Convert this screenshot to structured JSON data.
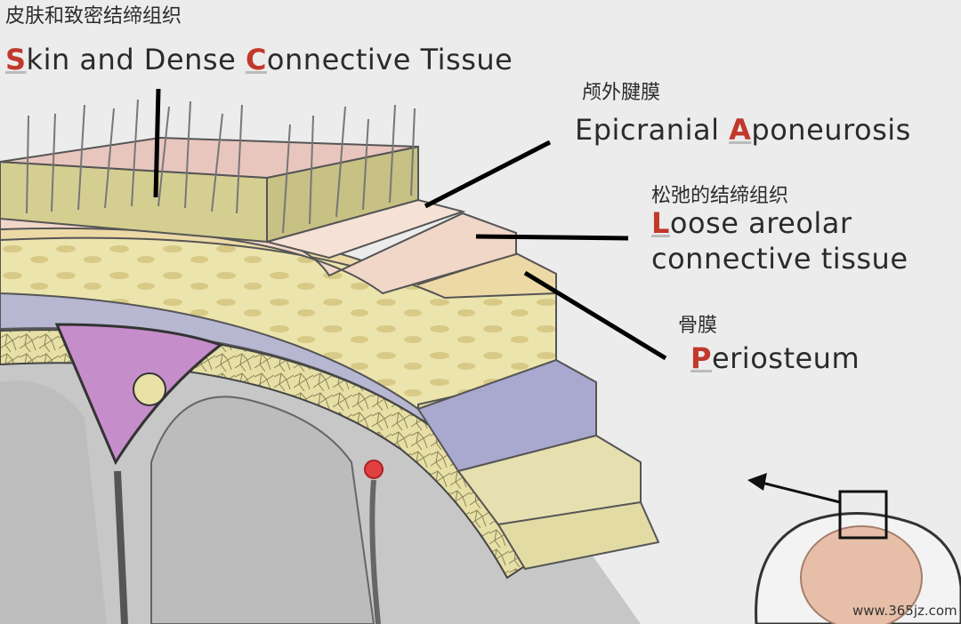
{
  "labels": {
    "skin": {
      "zh": "皮肤和致密结缔组织",
      "en_parts": [
        {
          "t": "S",
          "hl": true
        },
        {
          "t": "kin and Dense ",
          "hl": false
        },
        {
          "t": "C",
          "hl": true
        },
        {
          "t": "onnective Tissue",
          "hl": false
        }
      ]
    },
    "aponeurosis": {
      "zh": "颅外腱膜",
      "en_parts": [
        {
          "t": "Epicranial ",
          "hl": false
        },
        {
          "t": "A",
          "hl": true
        },
        {
          "t": "poneurosis",
          "hl": false
        }
      ]
    },
    "loose": {
      "zh": "松弛的结缔组织",
      "en_parts": [
        {
          "t": "L",
          "hl": true
        },
        {
          "t": "oose areolar",
          "hl": false
        }
      ],
      "en_line2": "connective tissue"
    },
    "periosteum": {
      "zh": "骨膜",
      "en_parts": [
        {
          "t": "P",
          "hl": true
        },
        {
          "t": "eriosteum",
          "hl": false
        }
      ]
    }
  },
  "watermark": "www.365jz.com",
  "colors": {
    "skin": "#e7c4bd",
    "dermis": "#c9c48a",
    "aponeurosis": "#f1d7c8",
    "loose": "#ecd9a6",
    "bone": "#e9e2a8",
    "bone_spot": "#d7c981",
    "dura": "#a9a9cf",
    "brain_gray": "#b9b9b9",
    "sinus": "#c58dc9",
    "highlight_red": "#c0392b"
  }
}
